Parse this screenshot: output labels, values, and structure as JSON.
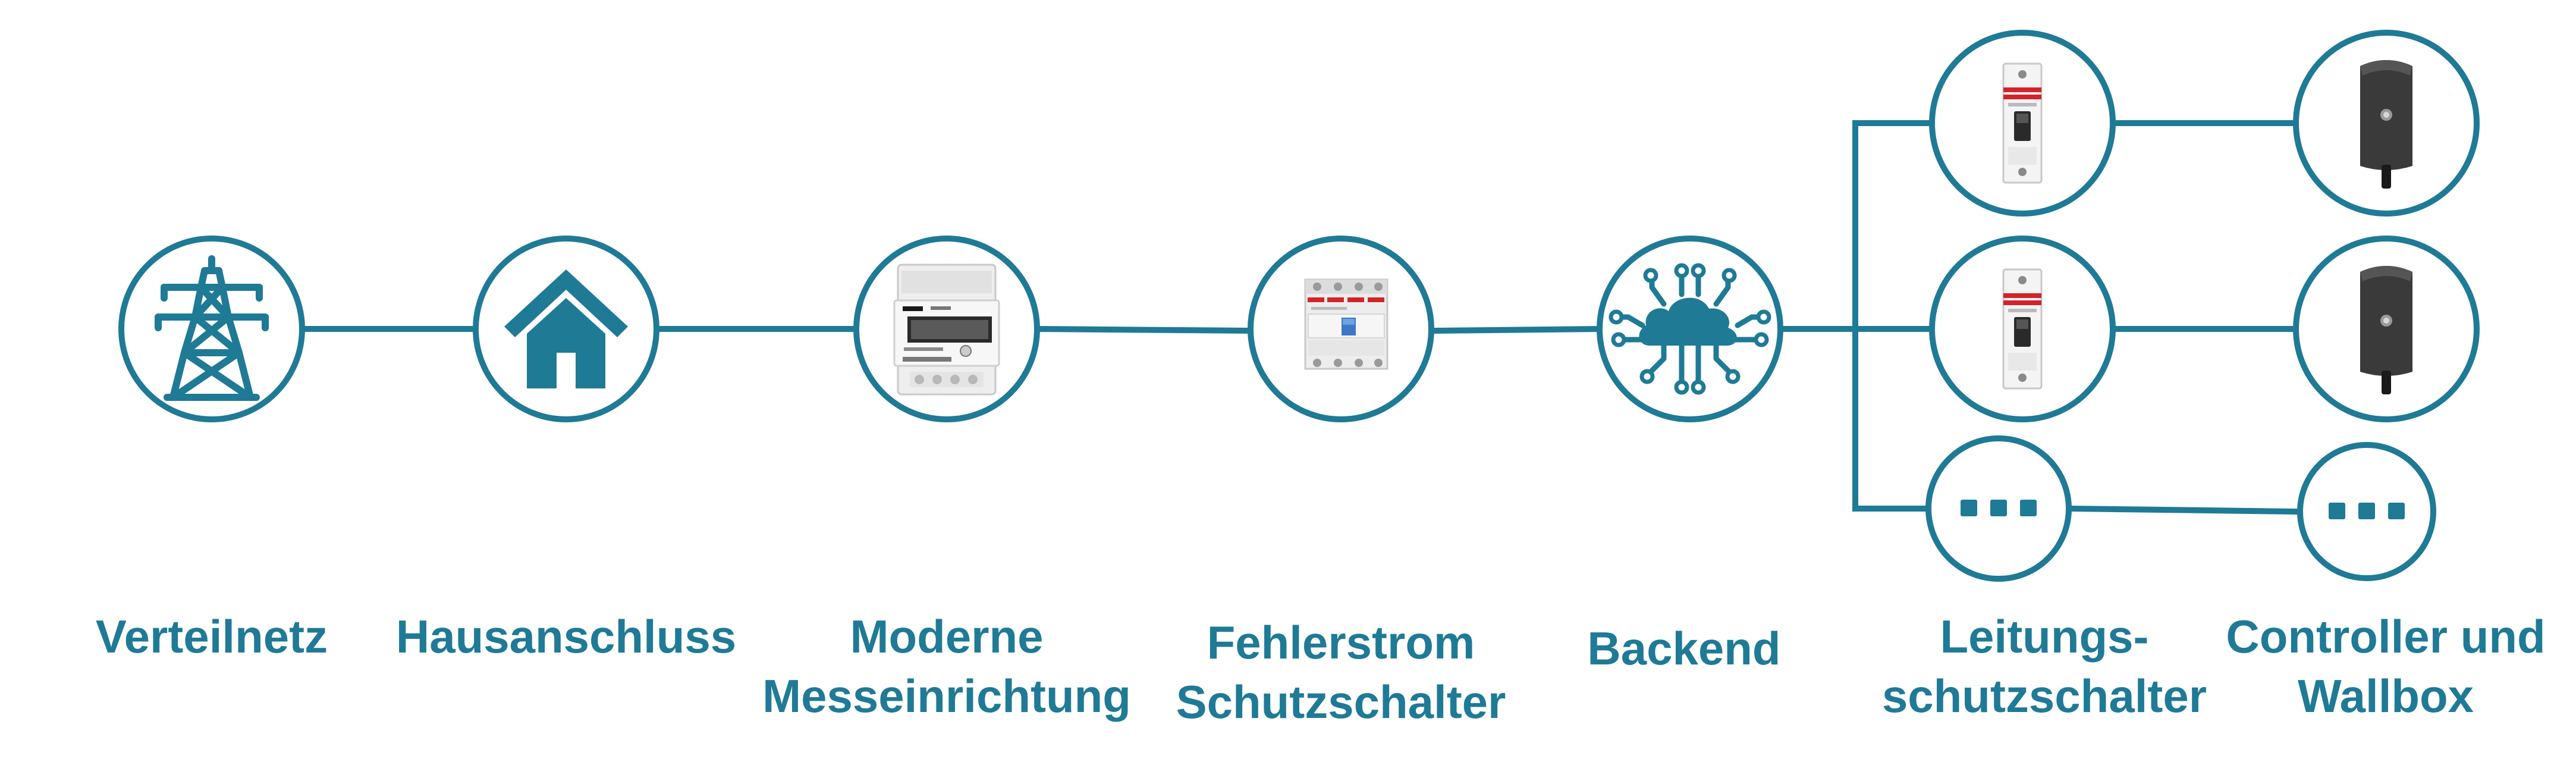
{
  "colors": {
    "primary": "#1f7a96",
    "node_fill": "#ffffff",
    "device_light": "#f1f1f1",
    "device_dark": "#3a3a3a",
    "abb_red": "#d2232a"
  },
  "nodes": [
    {
      "id": "verteilnetz",
      "icon": "transmission-tower-icon",
      "label_lines": [
        "Verteilnetz"
      ]
    },
    {
      "id": "hausanschluss",
      "icon": "house-icon",
      "label_lines": [
        "Hausanschluss"
      ]
    },
    {
      "id": "messeinrichtung",
      "icon": "electricity-meter-icon",
      "label_lines": [
        "Moderne",
        "Messeinrichtung"
      ]
    },
    {
      "id": "fehlerstrom",
      "icon": "residual-current-breaker-icon",
      "label_lines": [
        "Fehlerstrom",
        "Schutzschalter"
      ]
    },
    {
      "id": "backend",
      "icon": "cloud-network-icon",
      "label_lines": [
        "Backend"
      ]
    },
    {
      "id": "leitungsschutz",
      "icon": "circuit-breaker-icon",
      "label_lines": [
        "Leitungs-",
        "schutzschalter"
      ]
    },
    {
      "id": "wallbox",
      "icon": "wallbox-icon",
      "label_lines": [
        "Controller und",
        "Wallbox"
      ]
    }
  ],
  "ellipsis_icon": "ellipsis-icon"
}
